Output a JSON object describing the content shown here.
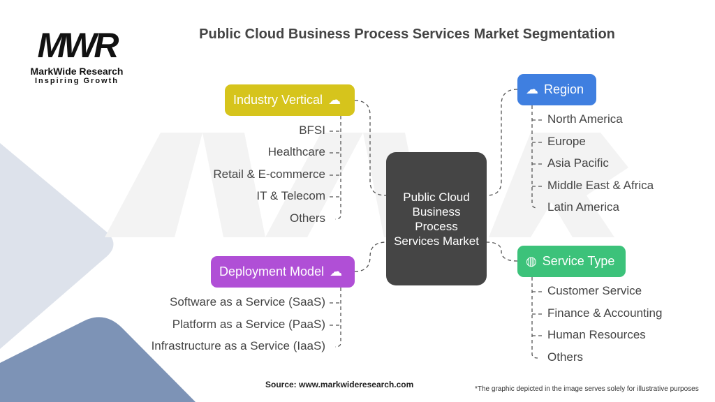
{
  "title": "Public Cloud Business Process Services Market Segmentation",
  "logo": {
    "mark": "MWR",
    "name": "MarkWide Research",
    "tagline": "Inspiring Growth"
  },
  "center": "Public Cloud Business Process Services Market",
  "segments": {
    "industry": {
      "label": "Industry Vertical",
      "icon": "cloud-arrow-icon",
      "color": "#D6C41C",
      "items": [
        "BFSI",
        "Healthcare",
        "Retail & E-commerce",
        "IT & Telecom",
        "Others"
      ]
    },
    "deployment": {
      "label": "Deployment Model",
      "icon": "cloud-gear-icon",
      "color": "#B04FD6",
      "items": [
        "Software as a Service (SaaS)",
        "Platform as a Service (PaaS)",
        "Infrastructure as a Service (IaaS)"
      ]
    },
    "region": {
      "label": "Region",
      "icon": "cloud-folder-icon",
      "color": "#3F7FE0",
      "items": [
        "North America",
        "Europe",
        "Asia Pacific",
        "Middle East & Africa",
        "Latin America"
      ]
    },
    "service": {
      "label": "Service Type",
      "icon": "globe-icon",
      "color": "#3CC27A",
      "items": [
        "Customer Service",
        "Finance & Accounting",
        "Human Resources",
        "Others"
      ]
    }
  },
  "source": "Source: www.markwideresearch.com",
  "disclaimer": "*The graphic depicted in the image serves solely for illustrative purposes"
}
